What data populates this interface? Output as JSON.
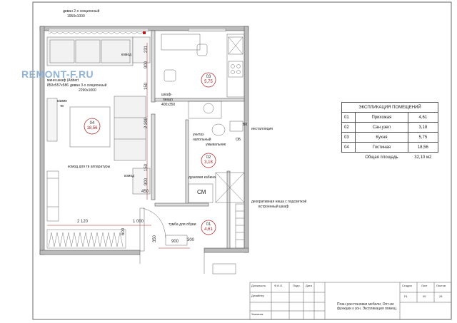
{
  "logo": {
    "text": "REMONT-F.RU"
  },
  "rooms": [
    {
      "id": "01",
      "area": "4,61"
    },
    {
      "id": "02",
      "area": "3,18"
    },
    {
      "id": "03",
      "area": "5,75"
    },
    {
      "id": "04",
      "area": "18,56"
    }
  ],
  "labels": {
    "sofa2": "диван 2-х секционный",
    "sofa2_size": "1950х1000",
    "komod_top": "комод",
    "wardrobe": "мини шкаф (Abbert",
    "wardrobe_size": "850х557х586",
    "sofa3": "диван 3-х секционный",
    "sofa3_size": "2290х1000",
    "fireplace": "камин",
    "tv": "тв",
    "komod_tv": "комод для тв аппаратуры",
    "komod_mid": "комод",
    "shkaf_penal": "шкаф-",
    "shkaf_penal2": "пенал",
    "shkaf_size": "400х350",
    "installation": "инсталляция",
    "toilet1": "унитаз",
    "toilet2": "напольный",
    "sink": "умывальник",
    "shower": "душевая кабина",
    "niche": "декоративная ниша с подсветкой",
    "niche2": "встроенный шкаф",
    "shoes": "тумба для обуви",
    "vk": "ВК",
    "ok": "ОБ",
    "cm": "СМ"
  },
  "dimensions": {
    "d_2120": "2 120",
    "d_1000": "1 000",
    "d_900": "900",
    "d_300": "300",
    "v_231": "231",
    "v_900a": "900",
    "v_150": "150",
    "v_2200": "2 200",
    "v_150b": "150",
    "v_900b": "900",
    "v_450": "450",
    "v_600": "600",
    "v_350": "350"
  },
  "explication": {
    "title": "ЭКСПЛИКАЦИЯ ПОМЕЩЕНИЙ",
    "rows": [
      {
        "no": "01",
        "name": "Прихожая",
        "area": "4,61"
      },
      {
        "no": "02",
        "name": "Сан.узел",
        "area": "3,18"
      },
      {
        "no": "03",
        "name": "Кухня",
        "area": "5,75"
      },
      {
        "no": "04",
        "name": "Гостиная",
        "area": "18,56"
      }
    ],
    "total_label": "Общая площадь",
    "total_value": "32,10 м2"
  },
  "title_block": {
    "col_headers": [
      "Должность",
      "Ф.И.О.",
      "Подп.",
      "Дата"
    ],
    "row_labels": [
      "Дизайнер",
      "",
      "Заказчик"
    ],
    "description": [
      "План расстановки мебели. Опт-ие",
      "функции к зон. Экспликация помещ."
    ],
    "stage_headers": [
      "Стадия",
      "Лист",
      "Листов"
    ],
    "stage_values": [
      "Р1",
      "05",
      "28"
    ]
  }
}
